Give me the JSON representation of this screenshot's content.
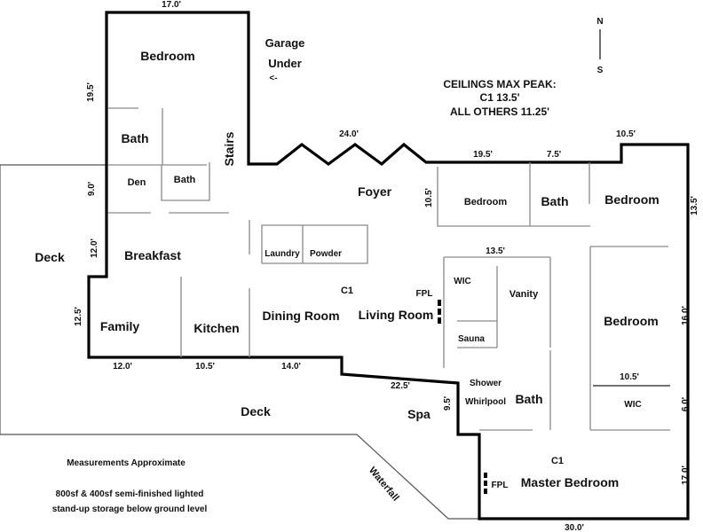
{
  "rooms": {
    "bedroom_upper": "Bedroom",
    "bath_upper": "Bath",
    "stairs": "Stairs",
    "den": "Den",
    "bath_small": "Bath",
    "breakfast": "Breakfast",
    "family": "Family",
    "kitchen": "Kitchen",
    "laundry": "Laundry",
    "powder": "Powder",
    "dining": "Dining Room",
    "living": "Living Room",
    "foyer": "Foyer",
    "bedroom_mid": "Bedroom",
    "bath_mid": "Bath",
    "bedroom_ne": "Bedroom",
    "wic_upper": "WIC",
    "vanity": "Vanity",
    "sauna": "Sauna",
    "shower": "Shower",
    "whirlpool": "Whirlpool",
    "bath_master": "Bath",
    "bedroom_east": "Bedroom",
    "wic_east": "WIC",
    "master": "Master Bedroom",
    "deck_west": "Deck",
    "deck_south": "Deck",
    "spa": "Spa",
    "waterfall": "Waterfall"
  },
  "labels": {
    "fpl_living": "FPL",
    "fpl_master": "FPL",
    "c1_living": "C1",
    "c1_master": "C1",
    "garage": "Garage",
    "under": "Under",
    "arrow": "<-",
    "north": "N",
    "south": "S"
  },
  "ceiling_note": {
    "line1": "CEILINGS MAX PEAK:",
    "line2": "C1 13.5'",
    "line3": "ALL OTHERS 11.25'"
  },
  "footer_notes": {
    "line1": "Measurements Approximate",
    "line2": "800sf & 400sf semi-finished lighted",
    "line3": "stand-up storage below ground level"
  },
  "dimensions": {
    "top_upper": "17.0'",
    "left_upper": "19.5'",
    "left_den": "9.0'",
    "left_breakfast": "12.0'",
    "left_family": "12.5'",
    "zigzag": "24.0'",
    "north_mid1": "19.5'",
    "north_mid2": "7.5'",
    "north_east": "10.5'",
    "east_top": "13.5'",
    "bedroom_mid_side": "10.5'",
    "wic_width": "13.5'",
    "bottom_family": "12.0'",
    "bottom_kitchen": "10.5'",
    "bottom_dining": "14.0'",
    "bottom_living": "22.5'",
    "spa_side": "9.5'",
    "east_bedroom": "16.0'",
    "east_wic_width": "10.5'",
    "east_wic": "6.0'",
    "east_master": "17.0'",
    "bottom_master": "30.0'"
  }
}
